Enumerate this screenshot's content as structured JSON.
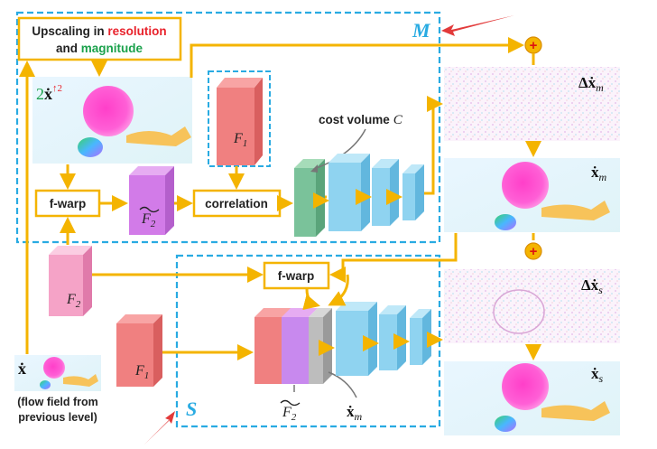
{
  "colors": {
    "arrow": "#f4b400",
    "dashed_box": "#29abe2",
    "red_text": "#e8222b",
    "green_text": "#1aa14b",
    "block_blue": "#8fd3f0",
    "block_red": "#f08080",
    "block_pink": "#f5a3c7",
    "block_purple": "#d27be8",
    "block_green": "#7ac29a",
    "pointer_red": "#e23a3a"
  },
  "labels": {
    "upscale_line1_prefix": "Upscaling in ",
    "upscale_line1_highlight": "resolution",
    "upscale_line2_prefix": "and ",
    "upscale_line2_highlight": "magnitude",
    "module_m": "M",
    "module_s": "S",
    "input_flow_scale": "2",
    "input_flow_symbol": "ẋ",
    "input_flow_sup": "↑2",
    "f1_top": "F",
    "f1_top_sub": "1",
    "f1_bottom": "F",
    "f1_bottom_sub": "1",
    "f2_pink": "F",
    "f2_pink_sub": "2",
    "f2_warped_top": "F",
    "f2_warped_top_sub": "2",
    "f2_warped_bottom": "F",
    "f2_warped_bottom_sub": "2",
    "fwarp_top": "f-warp",
    "fwarp_bottom": "f-warp",
    "correlation": "correlation",
    "cost_volume": "cost volume",
    "cost_volume_symbol": "C",
    "delta_xm": "Δẋ",
    "delta_xm_sub": "m",
    "xm": "ẋ",
    "xm_sub": "m",
    "delta_xs": "Δẋ",
    "delta_xs_sub": "s",
    "xs": "ẋ",
    "xs_sub": "s",
    "xm_bottom": "ẋ",
    "xm_bottom_sub": "m",
    "prev_flow_symbol": "ẋ",
    "prev_flow_caption_1": "(flow field from",
    "prev_flow_caption_2": "previous level)",
    "plus_top": "+",
    "plus_bottom": "+"
  }
}
